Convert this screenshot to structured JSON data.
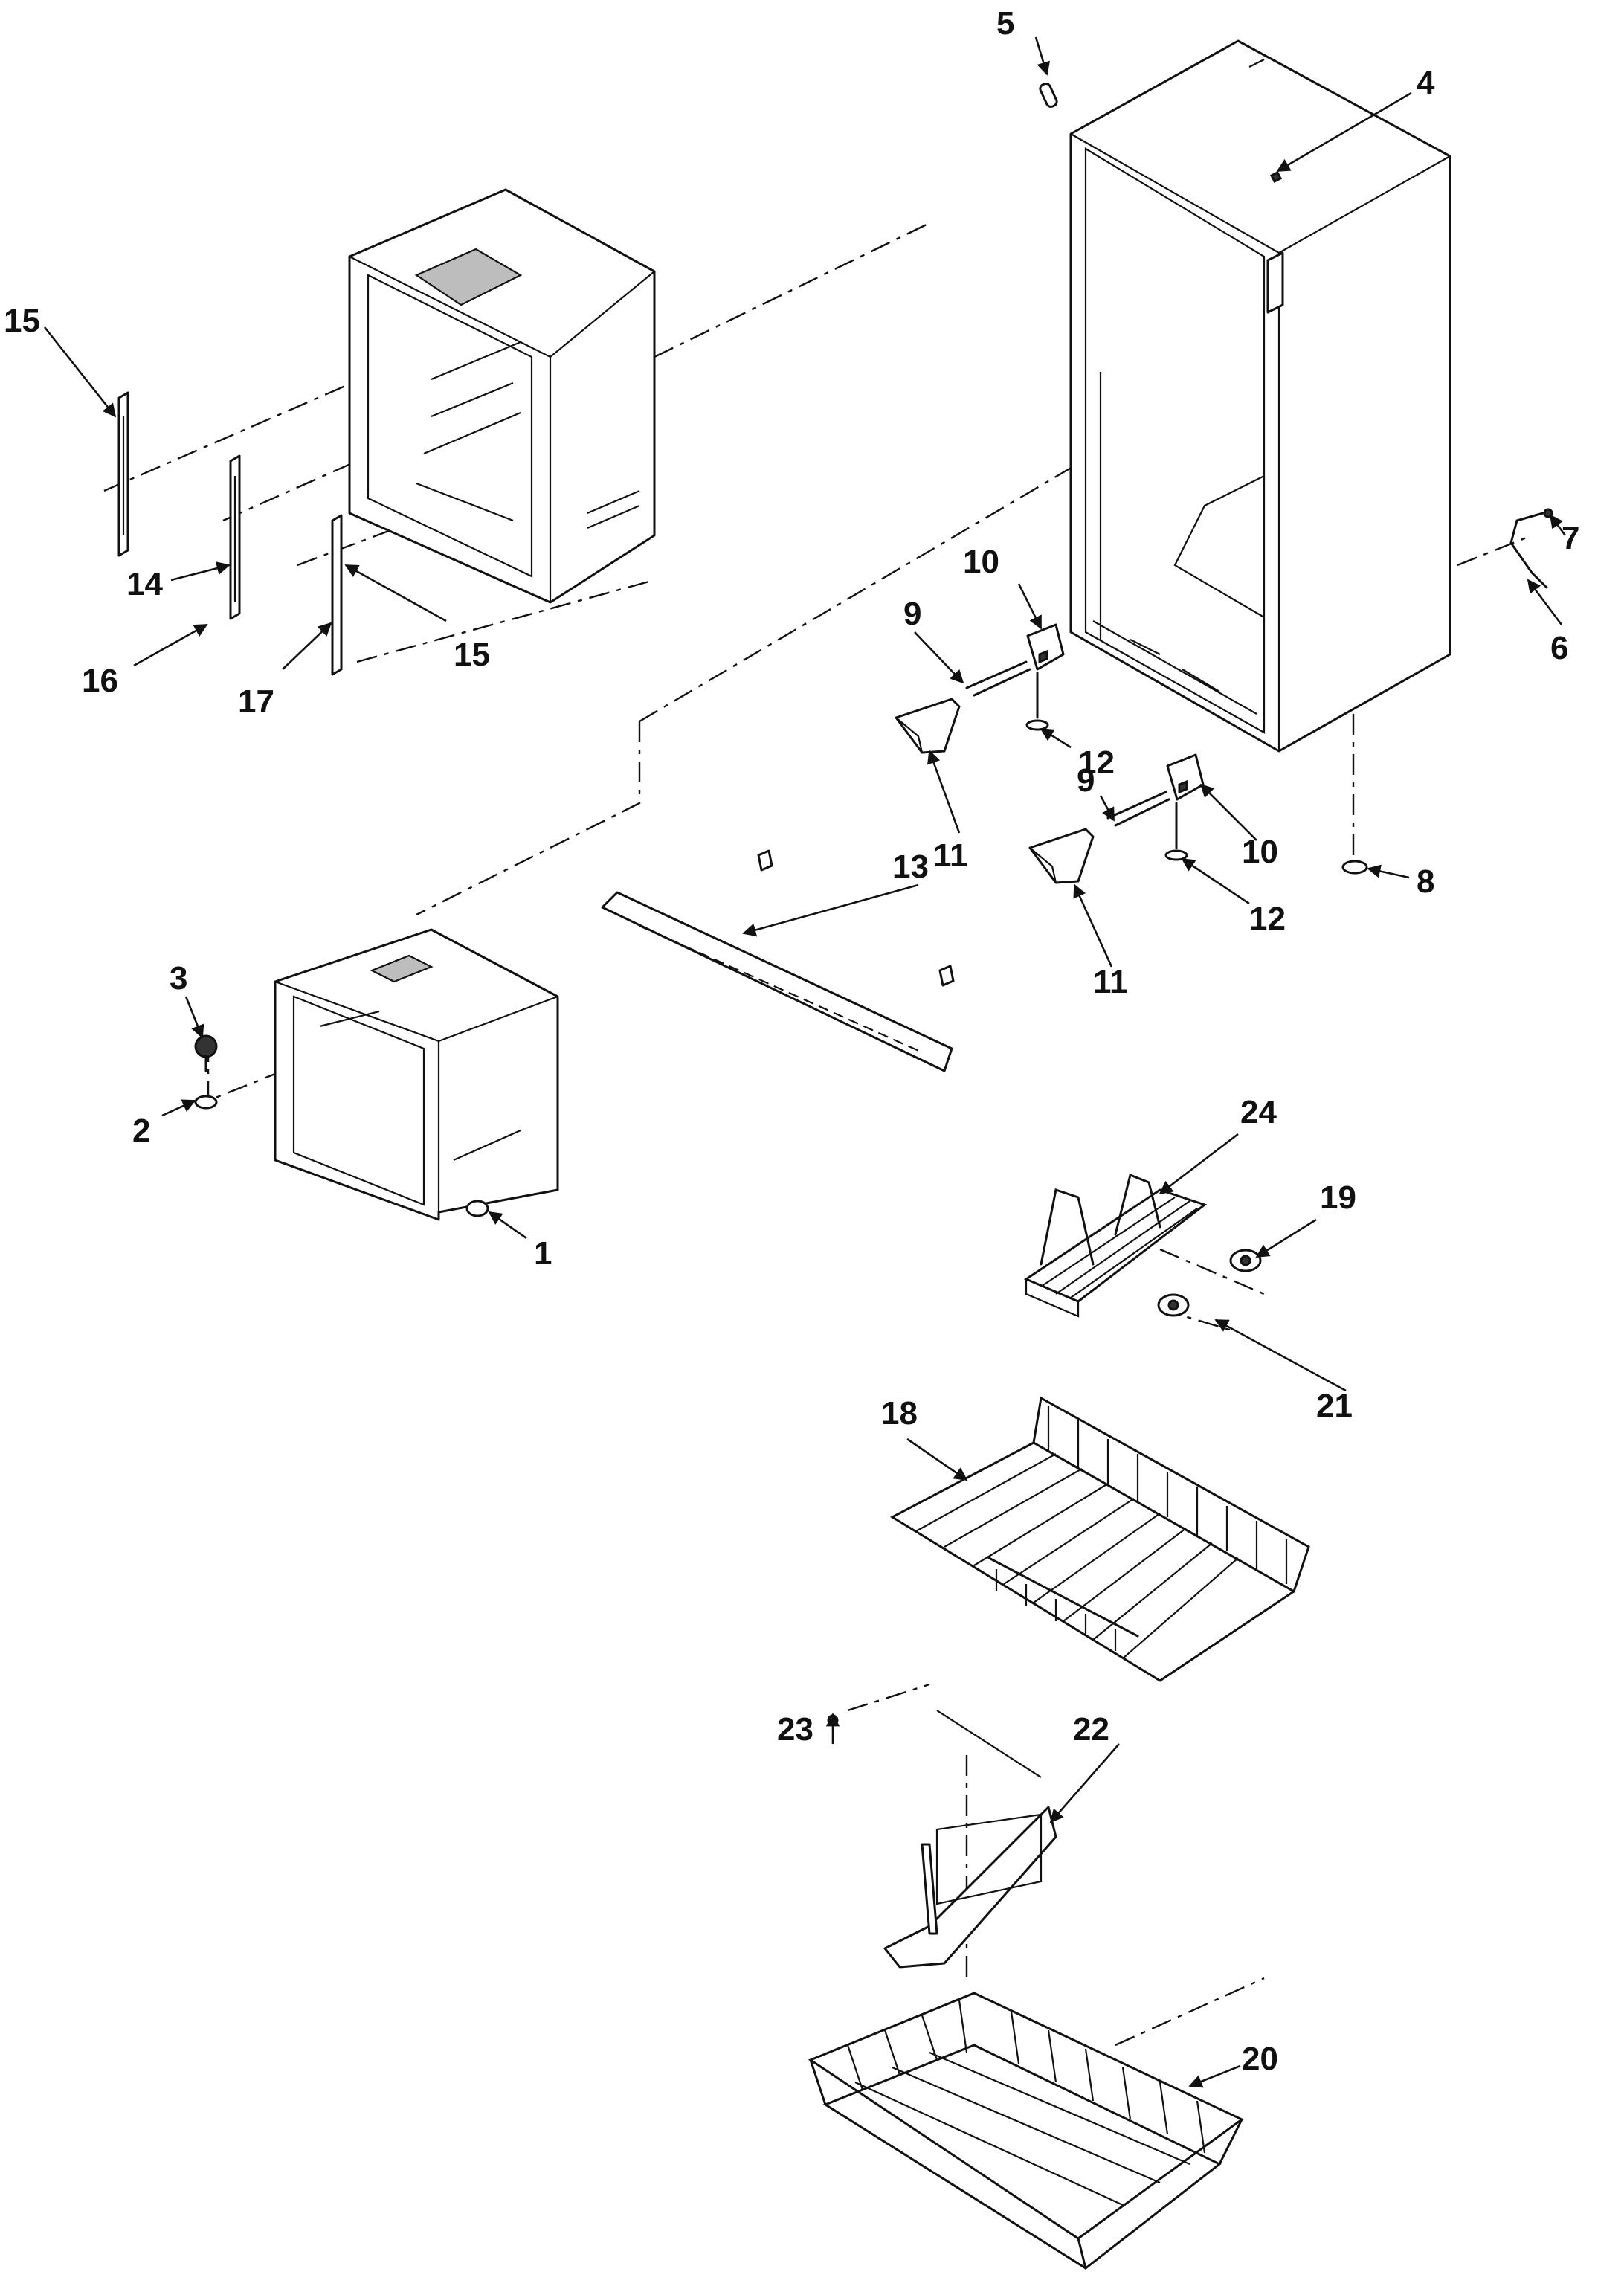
{
  "diagram": {
    "colors": {
      "ink": "#111111",
      "background": "#ffffff",
      "shade": "#bdbdbd"
    },
    "callouts": {
      "c1": "1",
      "c2": "2",
      "c3": "3",
      "c4": "4",
      "c5": "5",
      "c6": "6",
      "c7": "7",
      "c8": "8",
      "c9a": "9",
      "c9b": "9",
      "c10a": "10",
      "c10b": "10",
      "c11a": "11",
      "c11b": "11",
      "c12a": "12",
      "c12b": "12",
      "c13": "13",
      "c14": "14",
      "c15a": "15",
      "c15b": "15",
      "c16": "16",
      "c17": "17",
      "c18": "18",
      "c19": "19",
      "c20": "20",
      "c21": "21",
      "c22": "22",
      "c23": "23",
      "c24": "24"
    }
  }
}
